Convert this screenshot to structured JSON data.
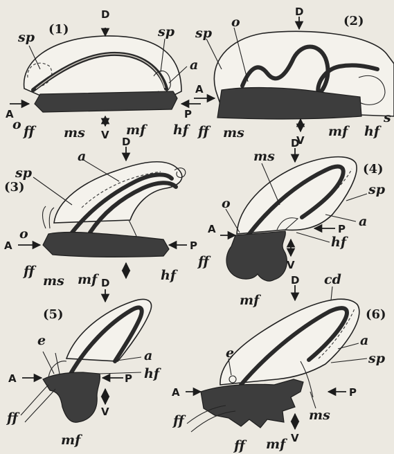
{
  "figures": [
    {
      "number": "(1)",
      "labels": {
        "sp_left": "sp",
        "sp_right": "sp",
        "a": "a",
        "o": "o",
        "ff": "ff",
        "ms": "ms",
        "mf": "mf",
        "hf": "hf"
      },
      "directions": {
        "D": "D",
        "A": "A",
        "P": "P",
        "V": "V"
      }
    },
    {
      "number": "(2)",
      "labels": {
        "sp": "sp",
        "o": "o",
        "ff": "ff",
        "ms": "ms",
        "mf": "mf",
        "hf": "hf",
        "s": "s"
      },
      "directions": {
        "D": "D",
        "A": "A",
        "V": "V"
      }
    },
    {
      "number": "(3)",
      "labels": {
        "sp": "sp",
        "a": "a",
        "o": "o",
        "ff": "ff",
        "ms": "ms",
        "mf": "mf",
        "hf": "hf"
      },
      "directions": {
        "D": "D",
        "A": "A",
        "P": "P"
      }
    },
    {
      "number": "(4)",
      "labels": {
        "ms": "ms",
        "sp": "sp",
        "a": "a",
        "o": "o",
        "hf": "hf",
        "ff": "ff",
        "mf": "mf"
      },
      "directions": {
        "D": "D",
        "A": "A",
        "P": "P",
        "V": "V"
      }
    },
    {
      "number": "(5)",
      "labels": {
        "e": "e",
        "a": "a",
        "hf": "hf",
        "ff": "ff",
        "mf": "mf"
      },
      "directions": {
        "D": "D",
        "A": "A",
        "P": "P",
        "V": "V"
      }
    },
    {
      "number": "(6)",
      "labels": {
        "cd": "cd",
        "a": "a",
        "sp": "sp",
        "e": "e",
        "ms": "ms",
        "ff_left": "ff",
        "ff_bottom": "ff",
        "mf": "mf"
      },
      "directions": {
        "D": "D",
        "A": "A",
        "P": "P",
        "V": "V"
      }
    }
  ]
}
